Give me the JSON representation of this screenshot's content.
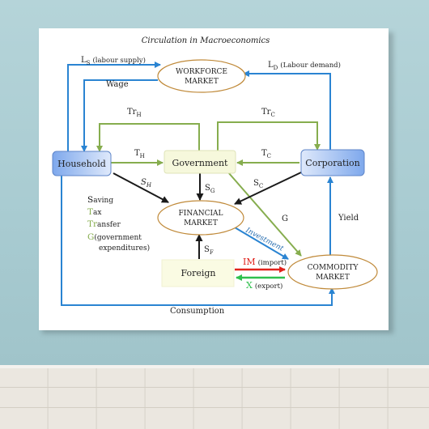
{
  "title": "Circulation in Macroeconomics",
  "nodes": {
    "household": "Household",
    "corporation": "Corporation",
    "government": "Government",
    "foreign": "Foreign",
    "workforce_line1": "WORKFORCE",
    "workforce_line2": "MARKET",
    "financial_line1": "FINANCIAL",
    "financial_line2": "MARKET",
    "commodity_line1": "COMMODITY",
    "commodity_line2": "MARKET"
  },
  "labels": {
    "ls_main": "L",
    "ls_sub": "S",
    "ls_text": "(labour supply)",
    "ld_main": "L",
    "ld_sub": "D",
    "ld_text": "(Labour demand)",
    "wage": "Wage",
    "trh_main": "Tr",
    "trh_sub": "H",
    "trc_main": "Tr",
    "trc_sub": "C",
    "th_main": "T",
    "th_sub": "H",
    "tc_main": "T",
    "tc_sub": "C",
    "sh_main": "S",
    "sh_sub": "H",
    "sg_main": "S",
    "sg_sub": "G",
    "sc_main": "S",
    "sc_sub": "C",
    "sf_main": "S",
    "sf_sub": "F",
    "g": "G",
    "yield": "Yield",
    "investment": "Investment",
    "im": "IM",
    "im_text": "(import)",
    "x": "X",
    "x_text": "(export)",
    "consumption": "Consumption"
  },
  "legend": [
    {
      "initial": "S",
      "rest": "aving"
    },
    {
      "initial": "T",
      "rest": "ax"
    },
    {
      "initial": "Tr",
      "rest": "ansfer"
    },
    {
      "initial": "G",
      "rest": "(government"
    },
    {
      "initial": "",
      "rest": "expenditures)"
    }
  ],
  "colors": {
    "blue": "#2a84d2",
    "green": "#86ad4e",
    "black": "#1a1a1a",
    "red": "#e0221c",
    "bright_green": "#2fc04e",
    "oval_border": "#c08a3a",
    "box_fill": "#fafbe3"
  }
}
